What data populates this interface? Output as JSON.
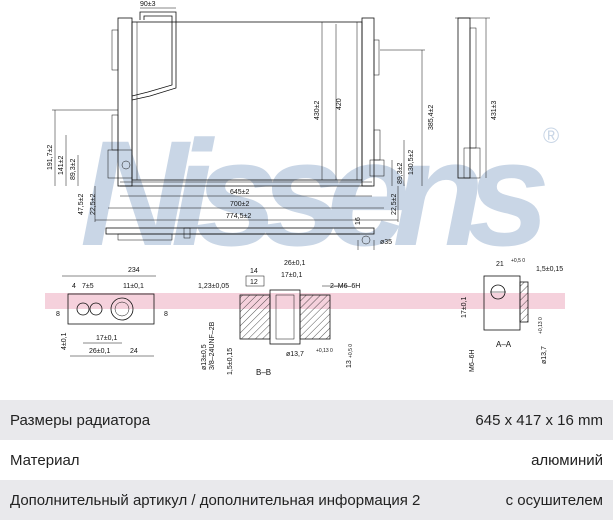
{
  "watermark": {
    "text": "Nissens",
    "mark": "®",
    "color": "#c9d6e6"
  },
  "drawing": {
    "top_view": {
      "dim_top": "90±3",
      "dim_430": "430±2",
      "dim_420": "420",
      "dim_385": "385,4±2",
      "dim_431": "431±3",
      "dim_191": "191,7±2",
      "dim_141": "141±2",
      "dim_89_left": "89,3±2",
      "dim_130": "130,5±2",
      "dim_89_right": "89,3±2",
      "dim_645": "645±2",
      "dim_700": "700±2",
      "dim_774": "774,5±2",
      "dim_47": "47,5±2",
      "dim_22_left": "22,5±2",
      "dim_22_right": "22,5±2",
      "dim_16": "16",
      "dim_35": "ø35"
    },
    "detail_left": {
      "dim_234": "234",
      "dim_4": "4",
      "dim_715": "7±5",
      "dim_11": "11±0,1",
      "dim_8_left": "8",
      "dim_8_right": "8",
      "dim_4_left": "4±0,1",
      "dim_17": "17±0,1",
      "dim_26": "26±0,1",
      "dim_24": "24"
    },
    "section_bb": {
      "dim_14": "14",
      "dim_12": "12",
      "dim_17": "17±0,1",
      "dim_123": "1,23±0,05",
      "dim_26": "26±0,1",
      "thread_m6": "2–M6–6H",
      "dim_13": "ø13±0,5",
      "thread_unf": "3/8–24UNF–2B",
      "dim_15": "1,5±0,15",
      "dim_137": "ø13,7",
      "dim_137_tol": "+0,13 0",
      "dim_13_bottom": "13",
      "dim_13_tol": "+0,5 0",
      "label": "B–B"
    },
    "section_aa": {
      "dim_21": "21",
      "dim_21_tol": "+0,5 0",
      "dim_15": "1,5±0,15",
      "dim_17": "17±0,1",
      "thread": "M6–6H",
      "dim_137": "ø13,7",
      "dim_137_tol": "+0,13 0",
      "label": "A–A"
    }
  },
  "specs": [
    {
      "label": "Размеры радиатора",
      "value": "645 x 417 x 16 mm"
    },
    {
      "label": "Материал",
      "value": "алюминий"
    },
    {
      "label": "Дополнительный артикул / дополнительная информация 2",
      "value": "с осушителем"
    }
  ]
}
